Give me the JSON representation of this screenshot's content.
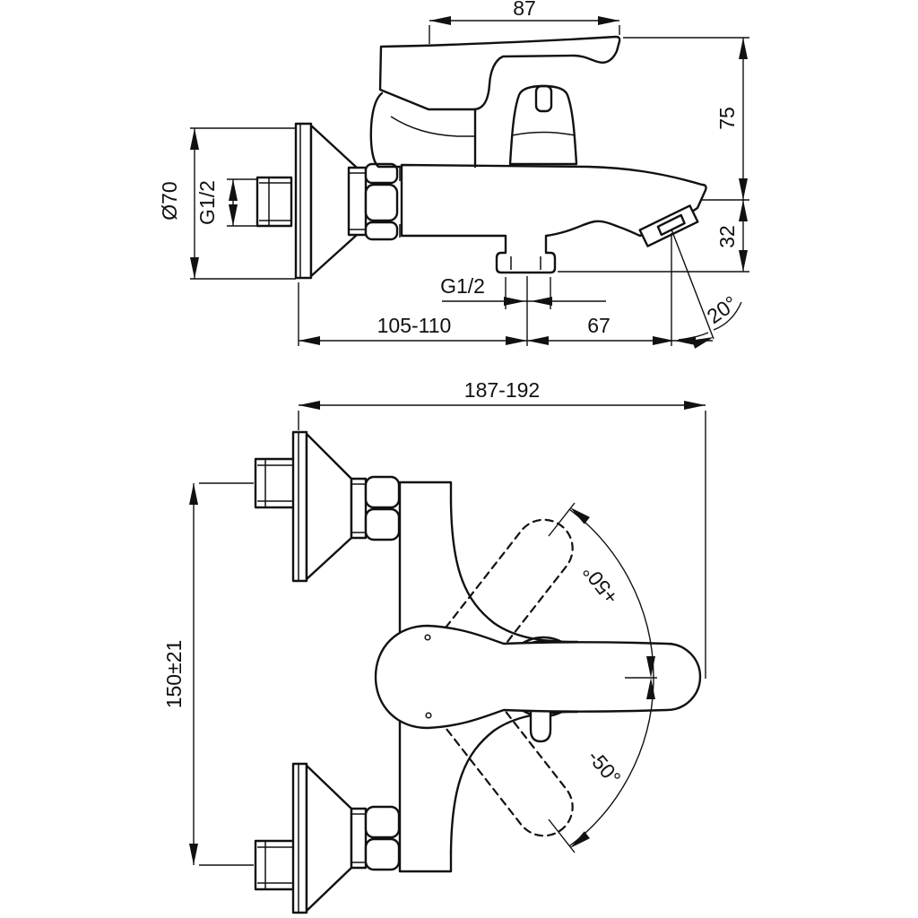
{
  "drawing": {
    "background": "#ffffff",
    "line_color": "#111111",
    "side_view": {
      "spout_reach": "87",
      "height_above_axis": "75",
      "spout_drop": "32",
      "flange_diameter": "Ø70",
      "wall_thread": "G1/2",
      "outlet_thread": "G1/2",
      "wall_to_outlet": "105-110",
      "outlet_to_aerator": "67",
      "spout_angle": "20°"
    },
    "plan_view": {
      "overall_width": "187-192",
      "supply_centres": "150±21",
      "handle_swing_up": "+50°",
      "handle_swing_down": "-50°"
    }
  }
}
